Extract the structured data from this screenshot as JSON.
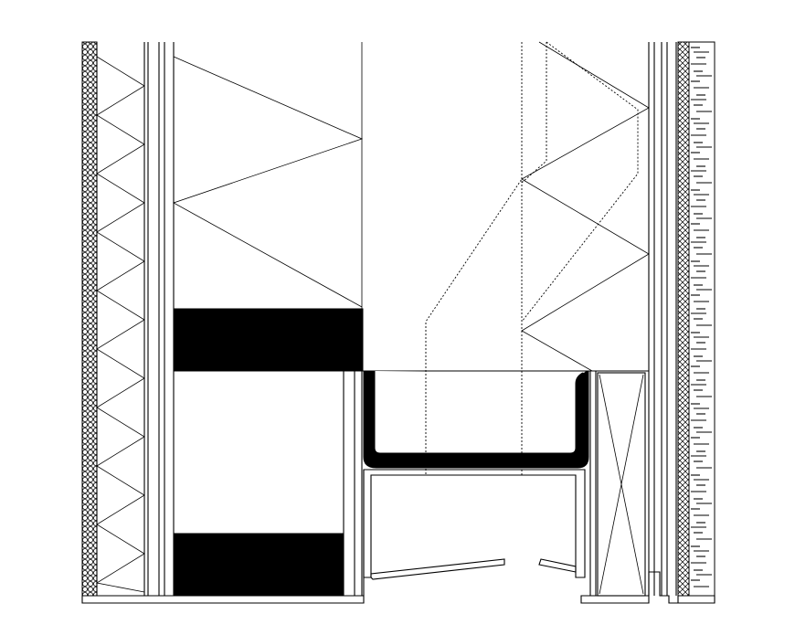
{
  "drawing": {
    "type": "construction-section-detail",
    "colors": {
      "line": "#000000",
      "background": "#ffffff",
      "fill": "#000000"
    },
    "components": [
      "left-insulation-band",
      "left-batt-insulation",
      "left-stud-plates",
      "upper-batt-insulation",
      "black-blocking-upper",
      "black-blocking-lower",
      "steel-channel-track",
      "dashed-hidden-framing",
      "right-batt-insulation",
      "right-stud-with-cross-bracing",
      "right-siding-band",
      "bottom-sill-plate"
    ]
  }
}
